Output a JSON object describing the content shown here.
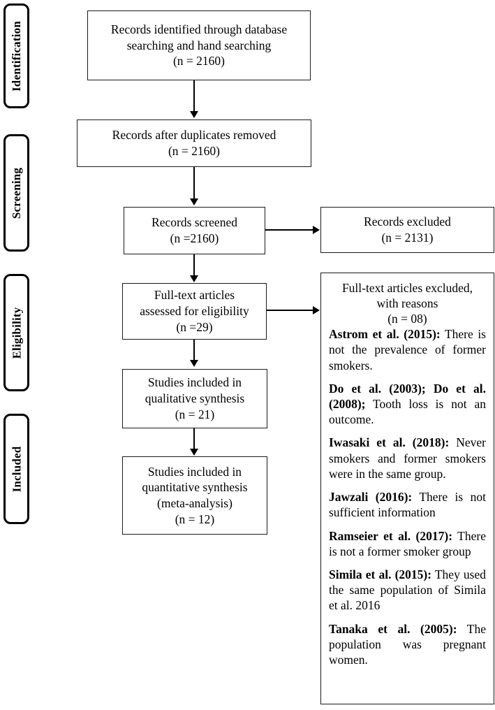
{
  "stages": [
    {
      "label": "Identification"
    },
    {
      "label": "Screening"
    },
    {
      "label": "Eligibility"
    },
    {
      "label": "Included"
    }
  ],
  "flow": {
    "identified": {
      "line1": "Records identified through database",
      "line2": "searching and hand searching",
      "line3": "(n = 2160)"
    },
    "after_duplicates": {
      "line1": "Records after duplicates removed",
      "line2": "(n = 2160)"
    },
    "screened": {
      "line1": "Records screened",
      "line2": "(n =2160)"
    },
    "fulltext_assessed": {
      "line1": "Full-text articles",
      "line2": "assessed for eligibility",
      "line3": "(n =29)"
    },
    "qualitative": {
      "line1": "Studies included in",
      "line2": "qualitative synthesis",
      "line3": "(n = 21)"
    },
    "quantitative": {
      "line1": "Studies included in",
      "line2": "quantitative synthesis",
      "line3": "(meta-analysis)",
      "line4": "(n = 12)"
    }
  },
  "excluded": {
    "records_excluded": {
      "line1": "Records excluded",
      "line2": "(n = 2131)"
    },
    "reasons": {
      "head_line1": "Full-text articles excluded,",
      "head_line2": "with reasons",
      "head_line3": "(n = 08)",
      "items": [
        {
          "citation": "Astrom et al. (2015):",
          "text": " There is not the prevalence of former smokers."
        },
        {
          "citation": "Do et al. (2003); Do et al. (2008);",
          "text": " Tooth loss is not an outcome."
        },
        {
          "citation": "Iwasaki et al. (2018):",
          "text": " Never smokers and former smokers were in the same group."
        },
        {
          "citation": "Jawzali (2016):",
          "text": " There is not sufficient information"
        },
        {
          "citation": "Ramseier et al. (2017):",
          "text": " There is not a former smoker group"
        },
        {
          "citation": "Simila et al. (2015):",
          "text": "  They used the same population of Simila et al. 2016"
        },
        {
          "citation": "Tanaka et al. (2005):",
          "text": " The population was pregnant women."
        }
      ]
    }
  },
  "colors": {
    "stroke": "#000000",
    "box_border": "#1a1a1a",
    "background": "#ffffff"
  }
}
